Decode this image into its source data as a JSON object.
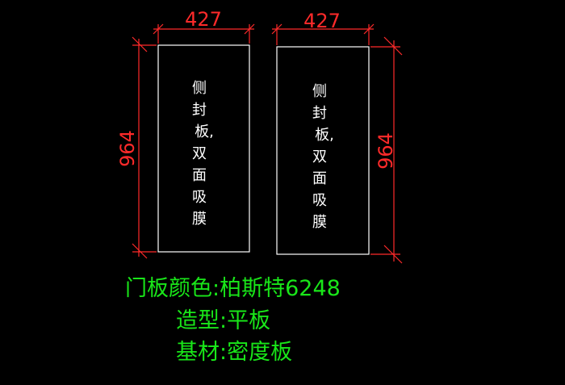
{
  "colors": {
    "background": "#000000",
    "dimension": "#ff2a2a",
    "panel_outline": "#ffffff",
    "panel_text": "#ffffff",
    "note_text": "#19e619"
  },
  "panels": [
    {
      "width_label": "427",
      "height_label": "964",
      "label_lines": [
        "侧",
        "封",
        "板,",
        "双",
        "面",
        "吸",
        "膜"
      ]
    },
    {
      "width_label": "427",
      "height_label": "964",
      "label_lines": [
        "侧",
        "封",
        "板,",
        "双",
        "面",
        "吸",
        "膜"
      ]
    }
  ],
  "notes": {
    "color_line": "门板颜色:柏斯特6248",
    "shape_line": "造型:平板",
    "base_line": "基材:密度板"
  }
}
